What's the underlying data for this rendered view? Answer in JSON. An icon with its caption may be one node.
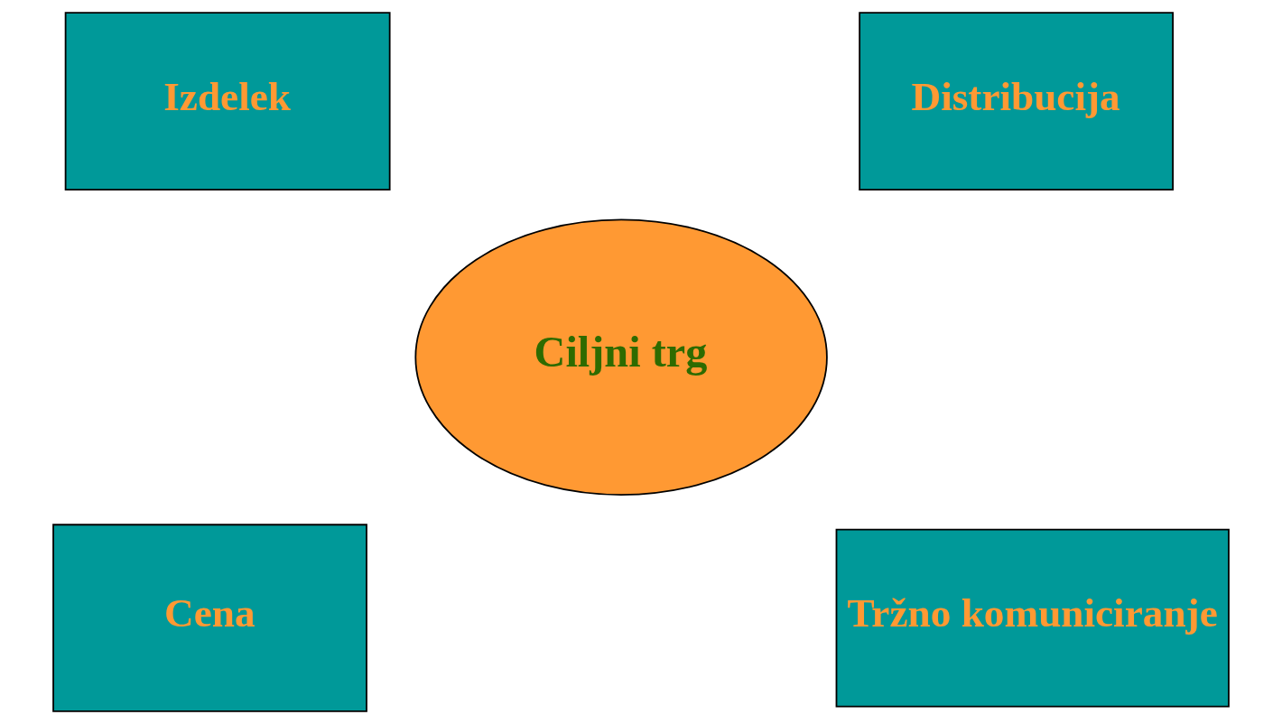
{
  "diagram": {
    "nodes": [
      {
        "text": [
          "Izdelek"
        ]
      },
      {
        "text": [
          "Distribucija"
        ]
      },
      {
        "text": [
          "Ciljni trg"
        ]
      },
      {
        "text": [
          "Cena"
        ]
      },
      {
        "text": [
          "Tržno komuniciranje"
        ]
      }
    ],
    "edges": []
  }
}
